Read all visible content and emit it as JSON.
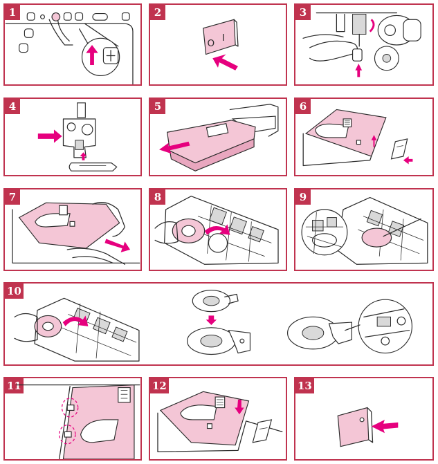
{
  "steps": [
    {
      "number": "1"
    },
    {
      "number": "2"
    },
    {
      "number": "3"
    },
    {
      "number": "4"
    },
    {
      "number": "5"
    },
    {
      "number": "6"
    },
    {
      "number": "7"
    },
    {
      "number": "8"
    },
    {
      "number": "9"
    },
    {
      "number": "10"
    },
    {
      "number": "11"
    },
    {
      "number": "12"
    },
    {
      "number": "13"
    }
  ],
  "switch_symbols": {
    "off": "O",
    "on": "I"
  },
  "colors": {
    "frame": "#c0334f",
    "arrow": "#e6007e",
    "highlight": "#f4c6d6"
  },
  "icons": [
    "needle-position-button-icon",
    "power-switch-icon",
    "hand-icon",
    "presser-foot-icon",
    "flat-bed-attachment-icon",
    "needle-plate-cover-icon",
    "bobbin-case-icon",
    "needle-plate-icon",
    "arrow-icon"
  ]
}
